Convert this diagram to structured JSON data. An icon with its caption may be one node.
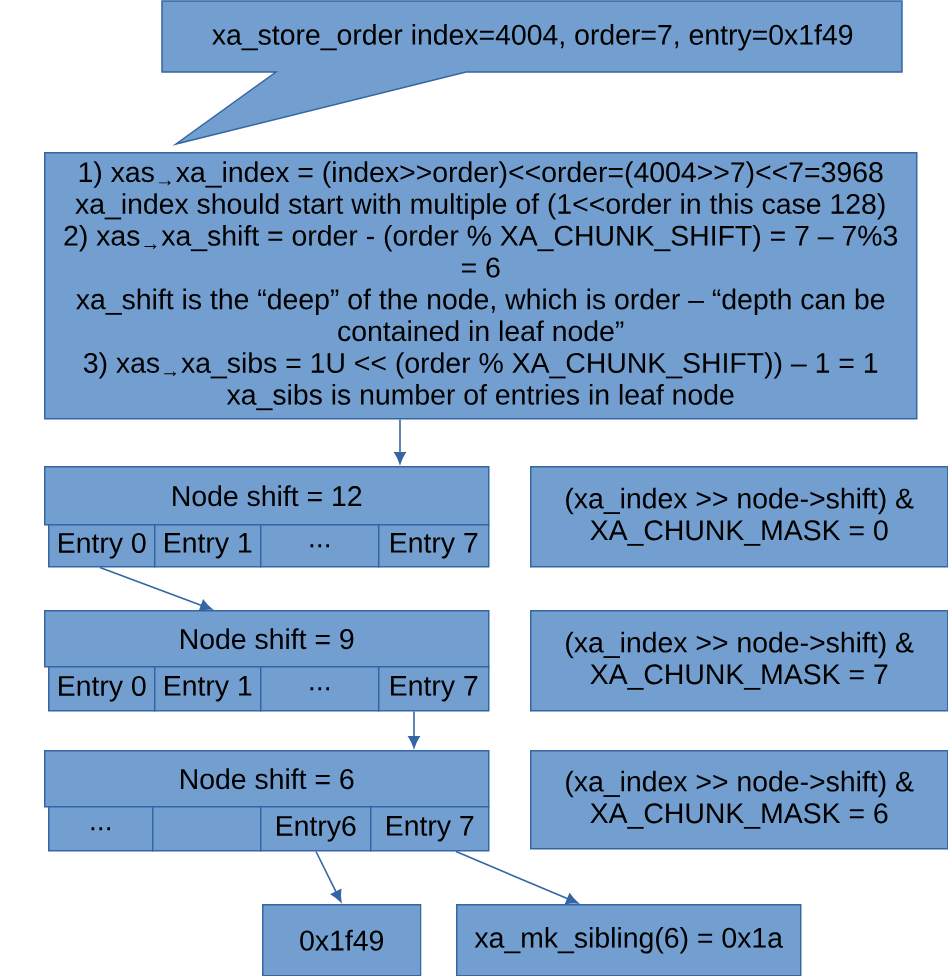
{
  "diagram": {
    "nodes": [
      {
        "text": [
          "xa_store_order index=4004, order=7, entry=0x1f49"
        ]
      },
      {
        "text": [
          "1) xas$_{→}$xa_index = (index>>order)<<order=(4004>>7)<<7=3968",
          "xa_index should start with multiple of (1<<order in this case 128)",
          "2) xas$_{→}$xa_shift = order - (order % XA_CHUNK_SHIFT) = 7 – 7%3 = 6",
          "xa_shift is the “deep” of the node, which is order – “depth can be contained in leaf node”",
          "3) xas$_{→}$xa_sibs = 1U << (order % XA_CHUNK_SHIFT)) – 1 = 1",
          "xa_sibs is number of entries in leaf node"
        ]
      },
      {
        "text": [
          "Node shift = 12"
        ]
      },
      {
        "text": [
          "Entry 0"
        ]
      },
      {
        "text": [
          "Entry 1"
        ]
      },
      {
        "text": [
          "..."
        ]
      },
      {
        "text": [
          "Entry 7"
        ]
      },
      {
        "text": [
          "(xa_index >> node->shift) & XA_CHUNK_MASK = 0"
        ]
      },
      {
        "text": [
          "Node shift = 9"
        ]
      },
      {
        "text": [
          "Entry 0"
        ]
      },
      {
        "text": [
          "Entry 1"
        ]
      },
      {
        "text": [
          "..."
        ]
      },
      {
        "text": [
          "Entry 7"
        ]
      },
      {
        "text": [
          "(xa_index >> node->shift) & XA_CHUNK_MASK = 7"
        ]
      },
      {
        "text": [
          "Node shift = 6"
        ]
      },
      {
        "text": [
          "..."
        ]
      },
      {
        "text": [],
        "shape": "box"
      },
      {
        "text": [
          "Entry6"
        ]
      },
      {
        "text": [
          "Entry 7"
        ]
      },
      {
        "text": [
          "(xa_index >> node->shift) & XA_CHUNK_MASK = 6"
        ]
      },
      {
        "text": [
          "0x1f49"
        ]
      },
      {
        "text": [
          "xa_mk_sibling(6) = 0x1a"
        ]
      }
    ],
    "edges": [
      {
        "from": 1,
        "to": 2,
        "arrow": "to"
      },
      {
        "from": 3,
        "to": 8,
        "arrow": "to"
      },
      {
        "from": 12,
        "to": 14,
        "arrow": "to"
      },
      {
        "from": 17,
        "to": 20,
        "arrow": "to"
      },
      {
        "from": 18,
        "to": 21,
        "arrow": "to"
      }
    ]
  }
}
